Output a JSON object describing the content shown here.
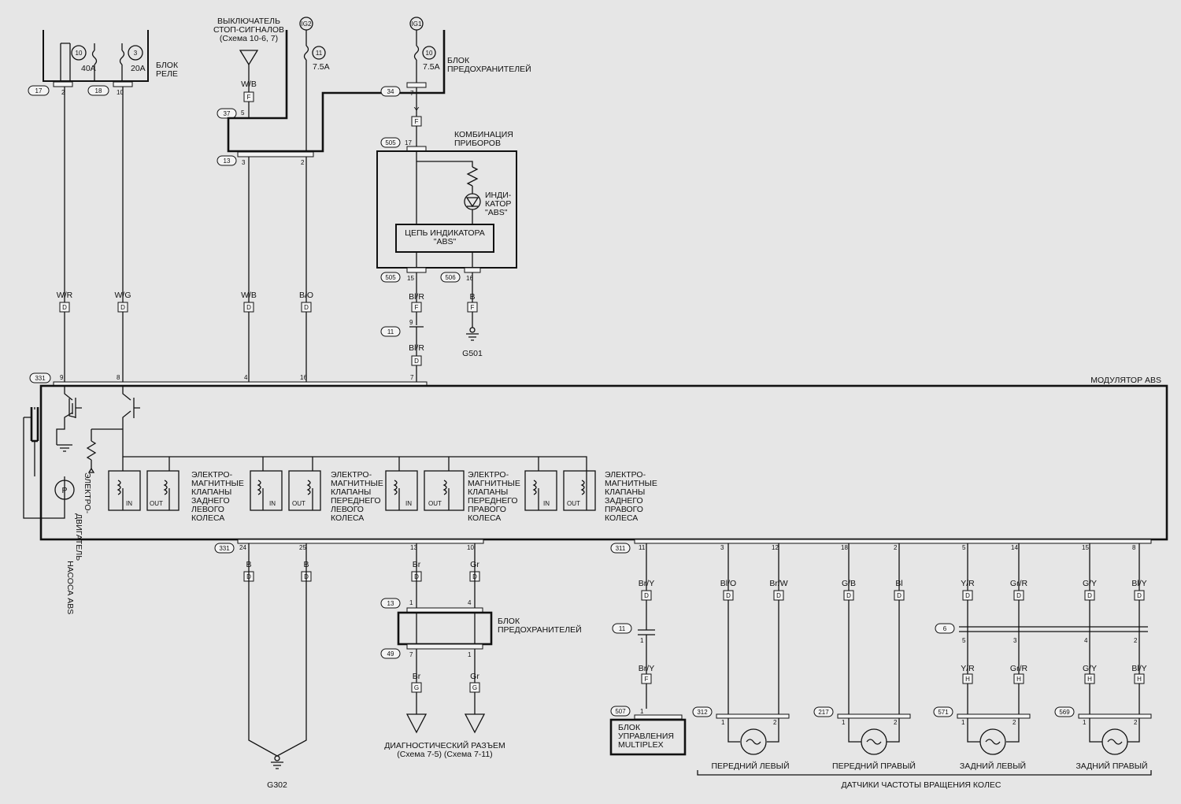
{
  "labels": {
    "relay_block": "БЛОК\nРЕЛЕ",
    "fuse_block_top": "БЛОК\nПРЕДОХРАНИТЕЛЕЙ",
    "stop_switch": "ВЫКЛЮЧАТЕЛЬ\nСТОП-СИГНАЛОВ\n(Схема 10-6, 7)",
    "ig2": "IG2",
    "ig1": "IG1",
    "fuse_10_40": "40A",
    "fuse_3_20": "20A",
    "fuse_11_75": "7.5A",
    "fuse_10_75": "7.5A",
    "instrument_cluster": "КОМБИНАЦИЯ\nПРИБОРОВ",
    "abs_indicator": "ИНДИ-\nКАТОР\n\"ABS\"",
    "indicator_circuit": "ЦЕПЬ ИНДИКАТОРА\n\"ABS\"",
    "g501": "G501",
    "g302": "G302",
    "modulator": "МОДУЛЯТОР ABS",
    "pump_motor": "ЭЛЕКТРО-\nДВИГАТЕЛЬ\nНАСОСА ABS",
    "pump_p": "P",
    "valves_rl": "ЭЛЕКТРО-\nМАГНИТНЫЕ\nКЛАПАНЫ\nЗАДНЕГО\nЛЕВОГО\nКОЛЕСА",
    "valves_fl": "ЭЛЕКТРО-\nМАГНИТНЫЕ\nКЛАПАНЫ\nПЕРЕДНЕГО\nЛЕВОГО\nКОЛЕСА",
    "valves_fr": "ЭЛЕКТРО-\nМАГНИТНЫЕ\nКЛАПАНЫ\nПЕРЕДНЕГО\nПРАВОГО\nКОЛЕСА",
    "valves_rr": "ЭЛЕКТРО-\nМАГНИТНЫЕ\nКЛАПАНЫ\nЗАДНЕГО\nПРАВОГО\nКОЛЕСА",
    "valve_in": "IN",
    "valve_out": "OUT",
    "fuse_block_bottom": "БЛОК\nПРЕДОХРАНИТЕЛЕЙ",
    "diag_connector": "ДИАГНОСТИЧЕСКИЙ РАЗЪЕМ\n(Схема 7-5) (Схема 7-11)",
    "multiplex": "БЛОК\nУПРАВЛЕНИЯ\nMULTIPLEX",
    "sensor_fl": "ПЕРЕДНИЙ ЛЕВЫЙ",
    "sensor_fr": "ПЕРЕДНИЙ ПРАВЫЙ",
    "sensor_rl": "ЗАДНИЙ ЛЕВЫЙ",
    "sensor_rr": "ЗАДНИЙ ПРАВЫЙ",
    "sensors_title": "ДАТЧИКИ ЧАСТОТЫ ВРАЩЕНИЯ КОЛЕС"
  },
  "fuse_numbers": {
    "f40": "10",
    "f20": "3",
    "f75a": "11",
    "f75b": "10"
  },
  "connectors": {
    "c17": "17",
    "c18": "18",
    "c37": "37",
    "c13a": "13",
    "c34": "34",
    "c505a": "505",
    "c505b": "505",
    "c506": "506",
    "c11a": "11",
    "c331a": "331",
    "c331b": "331",
    "c13b": "13",
    "c49": "49",
    "c311": "311",
    "c11b": "11",
    "c507": "507",
    "c6": "6",
    "c312": "312",
    "c217": "217",
    "c571": "571",
    "c569": "569"
  },
  "pins": {
    "p2": "2",
    "p10": "10",
    "p5": "5",
    "p3": "3",
    "p2b": "2",
    "p7": "7",
    "p17": "17",
    "p15": "15",
    "p16": "16",
    "p9": "9",
    "p7b": "7",
    "m9": "9",
    "m8": "8",
    "m4": "4",
    "m16": "16",
    "m7": "7",
    "b24": "24",
    "b25": "25",
    "b13": "13",
    "b10": "10",
    "f1a": "1",
    "f4": "4",
    "f7": "7",
    "f1b": "1",
    "s11": "11",
    "s3": "3",
    "s12": "12",
    "s18": "18",
    "s2": "2",
    "s5": "5",
    "s14": "14",
    "s15": "15",
    "s8": "8",
    "k1a": "1",
    "k1b": "1",
    "k1c": "1",
    "j5": "5",
    "j3": "3",
    "j4": "4",
    "j2": "2",
    "x1a": "1",
    "x2a": "2",
    "x1b": "1",
    "x2b": "2",
    "x1c": "1",
    "x2c": "2",
    "x1d": "1",
    "x2d": "2"
  },
  "wires": {
    "wb_top": "W/B",
    "y": "Y",
    "wr": "W/R",
    "wg": "W/G",
    "wb": "W/B",
    "bo": "B/O",
    "blr1": "Bl/R",
    "b_g501": "B",
    "blr2": "Bl/R",
    "b1": "B",
    "b2": "B",
    "br1": "Br",
    "gr1": "Gr",
    "br2": "Br",
    "gr2": "Gr",
    "bry1": "Br/Y",
    "bry2": "Br/Y",
    "blo": "Bl/O",
    "brw": "Br/W",
    "gb": "G/B",
    "bl": "Bl",
    "yr1": "Y/R",
    "grr1": "Gr/R",
    "gy1": "G/Y",
    "bly1": "Bl/Y",
    "yr2": "Y/R",
    "grr2": "Gr/R",
    "gy2": "G/Y",
    "bly2": "Bl/Y"
  },
  "terminals": {
    "F": "F",
    "D": "D",
    "G": "G",
    "H": "H"
  }
}
